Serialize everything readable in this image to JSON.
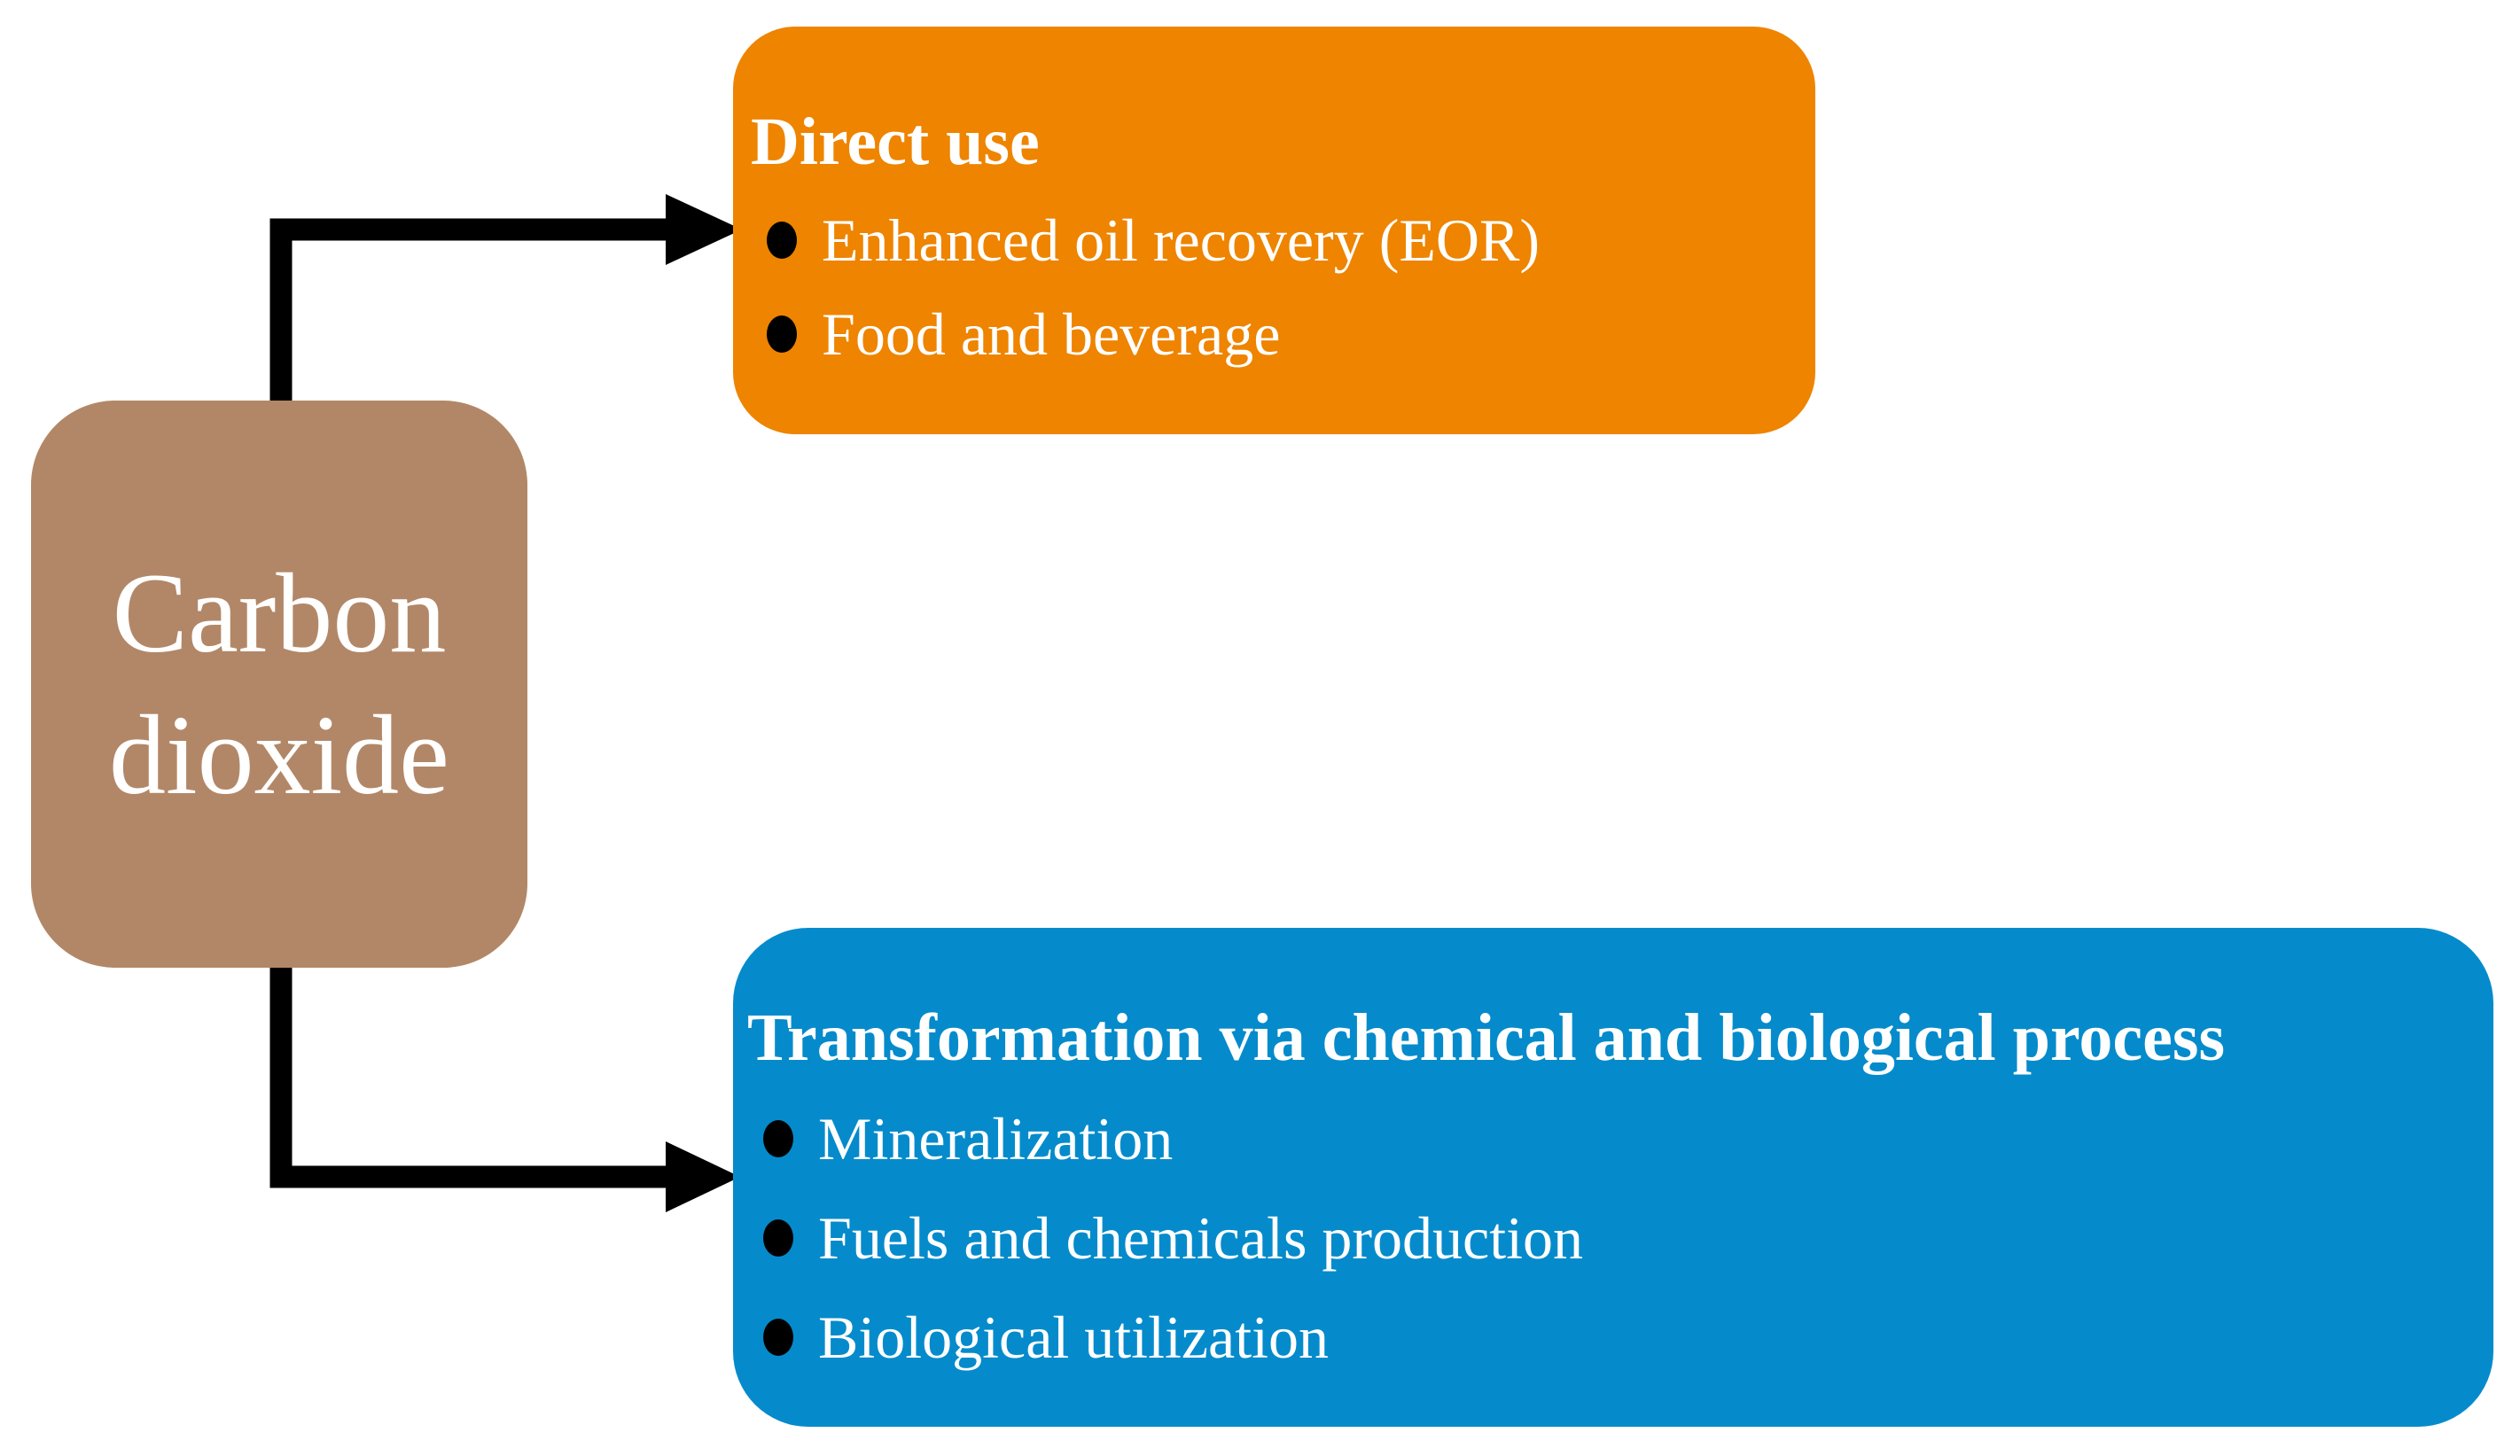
{
  "figure": {
    "background_color": "#FFFFFF",
    "arrow_color": "#000000",
    "text_color": "#FFFFFF"
  },
  "nodes": {
    "carbon_dioxide": {
      "label": "Carbon dioxide",
      "color": "#B28767"
    },
    "direct_use": {
      "title": "Direct use",
      "items": [
        "Enhanced oil recovery (EOR)",
        "Food and beverage"
      ],
      "color": "#EE8400"
    },
    "transformation": {
      "title": "Transformation via chemical and biological process",
      "items": [
        "Mineralization",
        "Fuels and chemicals production",
        "Biological utilization"
      ],
      "color": "#058BCB"
    }
  },
  "edges": [
    {
      "from": "carbon_dioxide",
      "to": "direct_use"
    },
    {
      "from": "carbon_dioxide",
      "to": "transformation"
    }
  ]
}
